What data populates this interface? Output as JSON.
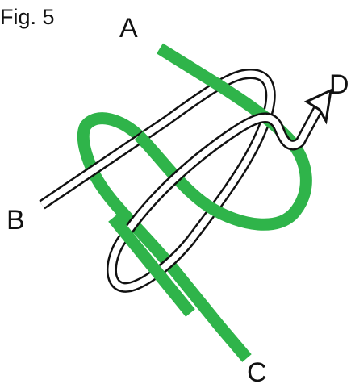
{
  "figure": {
    "label": "Fig. 5"
  },
  "points": {
    "a": "A",
    "b": "B",
    "c": "C",
    "d": "D"
  },
  "colors": {
    "green_cord": "#2fb44a",
    "white_cord_fill": "#ffffff",
    "white_cord_outline": "#111111",
    "text": "#111111"
  }
}
